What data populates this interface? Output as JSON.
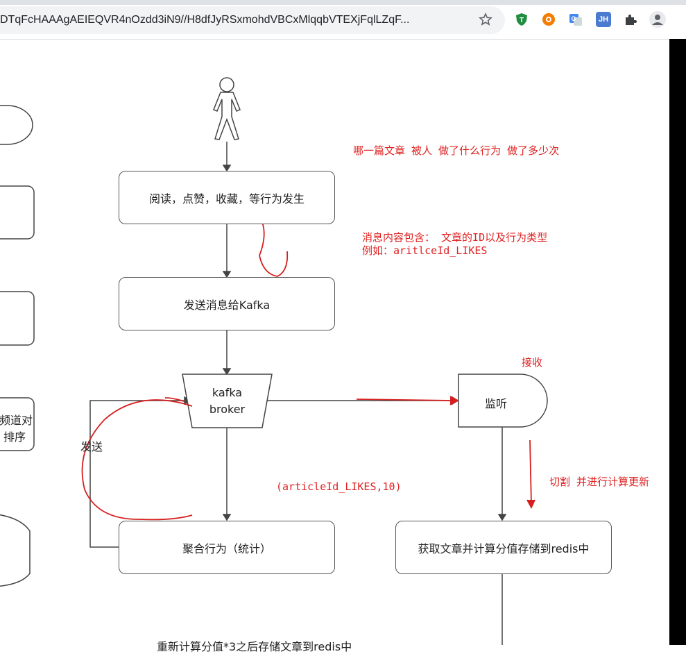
{
  "browser": {
    "url": "DTqFcHAAAgAEIEQVR4nOzdd3iN9//H8dfJyRSxmohdVBCxMlqqbVTEXjFqlLZqF...",
    "star_icon": "star-icon",
    "extension_icons": [
      "shield-icon",
      "pinwheel-icon",
      "translate-icon",
      "jh-icon",
      "puzzle-icon",
      "profile-icon"
    ],
    "jh_label": "JH"
  },
  "diagram": {
    "nodes": {
      "action": "阅读，点赞，收藏，等行为发生",
      "send_kafka": "发送消息给Kafka",
      "broker_line1": "kafka",
      "broker_line2": "broker",
      "listen": "监听",
      "aggregate": "聚合行为（统计）",
      "store": "获取文章并计算分值存储到redis中",
      "left_fragment1": "频道对",
      "left_fragment2": "排序"
    },
    "labels": {
      "send": "发送",
      "bottom_text": "重新计算分值*3之后存储文章到redis中"
    },
    "annotations": {
      "title": "哪一篇文章  被人 做了什么行为  做了多少次",
      "content1": "消息内容包含： 文章的ID以及行为类型",
      "content2": "例如：aritlceId_LIKES",
      "receive": "接收",
      "split": "切割 并进行计算更新",
      "tuple": "(articleId_LIKES,10)"
    },
    "colors": {
      "annotation_red": "#e02020",
      "stroke": "#555555"
    }
  }
}
